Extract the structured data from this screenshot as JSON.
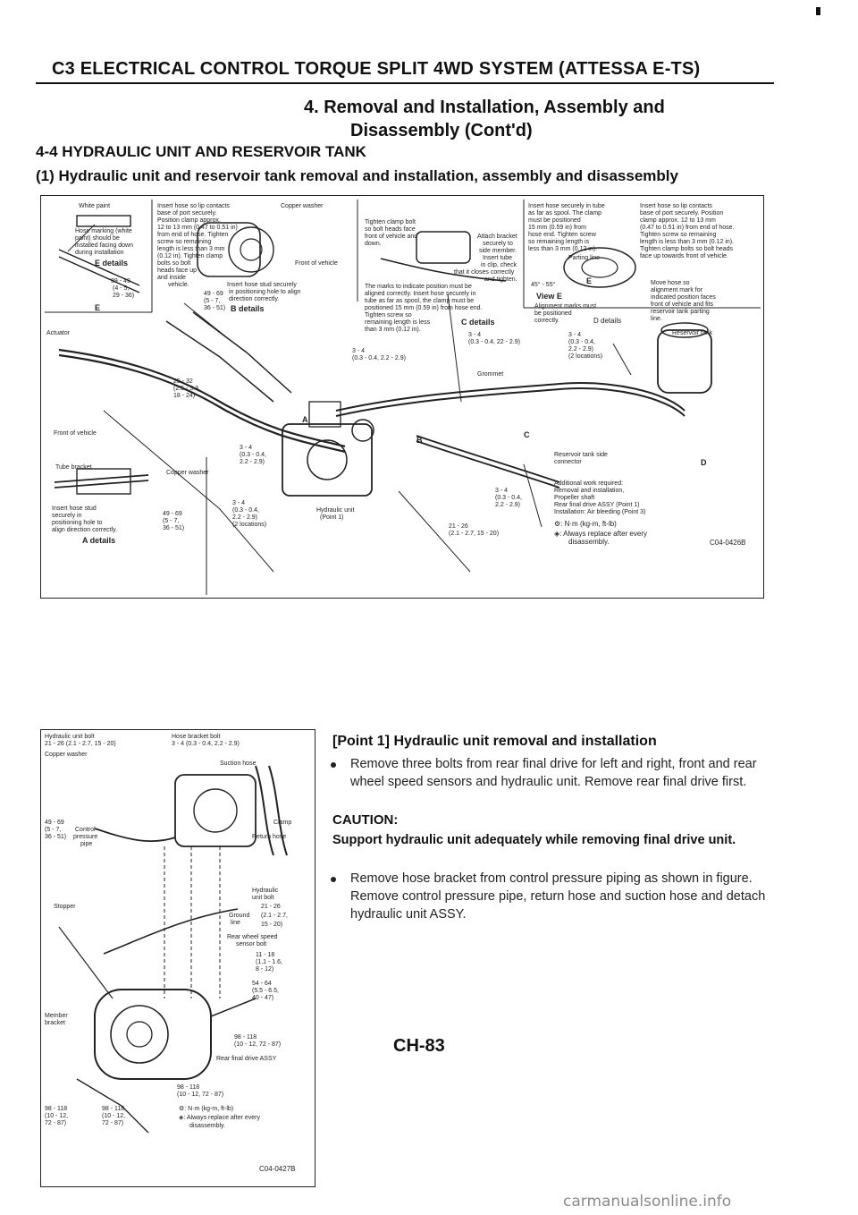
{
  "header": {
    "title": "C3 ELECTRICAL CONTROL TORQUE SPLIT 4WD SYSTEM (ATTESSA E-TS)",
    "section_line1": "4. Removal and Installation, Assembly and",
    "section_line2": "Disassembly (Cont'd)",
    "subsection": "4-4 HYDRAULIC UNIT AND RESERVOIR TANK",
    "subsubsection": "(1) Hydraulic unit and reservoir tank removal and installation, assembly and disassembly"
  },
  "figure1": {
    "code": "C04-0426B",
    "labels": {
      "white_paint": "White paint",
      "hose_marking": "Hose marking (white",
      "paint_should": "paint) should be",
      "installed_facing": "installed facing down",
      "during_install": "during installation",
      "e_details": "E details",
      "torque_a1": "39 - 49",
      "torque_a2": "(4 - 5,",
      "torque_a3": "29 - 36)",
      "actuator": "Actuator",
      "insert_hose_lip1": "Insert hose so lip contacts",
      "insert_hose_lip2": "base of port securely.",
      "insert_hose_lip3": "Position clamp approx.",
      "insert_hose_lip4": "12 to 13 mm (0.47 to 0.51 in)",
      "insert_hose_lip5": "from end of hose. Tighten",
      "insert_hose_lip6": "screw so remaining",
      "insert_hose_lip7": "length is less than 3 mm",
      "insert_hose_lip8": "(0.12 in). Tighten clamp",
      "insert_hose_lip9": "bolts so bolt",
      "insert_hose_lip10": "heads face up",
      "insert_hose_lip11": "and inside",
      "insert_hose_lip12": "vehicle.",
      "copper_washer": "Copper washer",
      "front_of_vehicle": "Front of vehicle",
      "insert_hose_stud1": "Insert hose stud securely",
      "insert_hose_stud2": "in positioning hole to align",
      "insert_hose_stud3": "direction correctly.",
      "torque_b1": "49 - 69",
      "torque_b2": "(5 - 7,",
      "torque_b3": "36 - 51)",
      "b_details": "B details",
      "tighten_clamp1": "Tighten clamp bolt",
      "tighten_clamp2": "so bolt heads face",
      "tighten_clamp3": "front of vehicle and",
      "tighten_clamp4": "down.",
      "attach_bracket1": "Attach bracket",
      "attach_bracket2": "securely to",
      "attach_bracket3": "side member.",
      "insert_tube1": "Insert tube",
      "insert_tube2": "in clip, check",
      "insert_tube3": "that it closes correctly",
      "insert_tube4": "and tighten.",
      "marks_indicate1": "The marks to indicate position must be",
      "marks_indicate2": "aligned correctly. Insert hose securely in",
      "marks_indicate3": "tube as far as spool, the clamp must be",
      "marks_indicate4": "positioned 15 mm (0.59 in) from hose end.",
      "marks_indicate5": "Tighten screw so",
      "marks_indicate6": "remaining length is less",
      "marks_indicate7": "than 3 mm (0.12 in).",
      "c_details": "C details",
      "insert_secure1": "Insert hose securely in tube",
      "insert_secure2": "as far as spool. The clamp",
      "insert_secure3": "must be positioned",
      "insert_secure4": "15 mm (0.59 in) from",
      "insert_secure5": "hose end. Tighten screw",
      "insert_secure6": "so remaining length is",
      "insert_secure7": "less than 3 mm (0.12 in).",
      "parting_line": "Parting line",
      "view_e": "View E",
      "angle": "45° - 55°",
      "alignment_marks1": "Alignment marks must",
      "alignment_marks2": "be positioned",
      "alignment_marks3": "correctly.",
      "d_details": "D details",
      "insert_port1": "Insert hose so lip contacts",
      "insert_port2": "base of port securely. Position",
      "insert_port3": "clamp approx. 12 to 13 mm",
      "insert_port4": "(0.47 to 0.51 in) from end of hose.",
      "insert_port5": "Tighten screw so remaining",
      "insert_port6": "length is less than 3 mm (0.12 in).",
      "insert_port7": "Tighten clamp bolts so bolt heads",
      "insert_port8": "face up towards front of vehicle.",
      "move_hose1": "Move hose so",
      "move_hose2": "alignment mark for",
      "move_hose3": "indicated position faces",
      "move_hose4": "front of vehicle and fits",
      "move_hose5": "reservoir tank parting",
      "move_hose6": "line.",
      "reservoir_tank": "Reservoir tank",
      "torque_c1": "3 - 4",
      "torque_c2": "(0.3 - 0.4, 22 - 2.9)",
      "torque_d1": "3 - 4",
      "torque_d2": "(0.3 - 0.4,",
      "torque_d3": "2.2 - 2.9)",
      "torque_d4": "(2 locations)",
      "grommet": "Grommet",
      "torque_e1": "3 - 4",
      "torque_e2": "(0.3 - 0.4, 2.2 - 2.9)",
      "torque_f1": "25 - 32",
      "torque_f2": "(2.5 - 3.3,",
      "torque_f3": "18 - 24)",
      "front_vehicle2": "Front of vehicle",
      "tube_bracket": "Tube bracket",
      "copper_washer2": "Copper washer",
      "insert_stud1": "Insert hose stud",
      "insert_stud2": "securely in",
      "insert_stud3": "positioning hole to",
      "insert_stud4": "align direction correctly.",
      "a_details": "A details",
      "torque_g1": "49 - 69",
      "torque_g2": "(5 - 7,",
      "torque_g3": "36 - 51)",
      "torque_h1": "3 - 4",
      "torque_h2": "(0.3 - 0.4,",
      "torque_h3": "2.2 - 2.9)",
      "torque_i1": "3 - 4",
      "torque_i2": "(0.3 - 0.4,",
      "torque_i3": "2.2 - 2.9)",
      "torque_i4": "(2 locations)",
      "hydraulic_unit": "Hydraulic unit",
      "point_1": "(Point 1)",
      "reservoir_conn1": "Reservoir tank side",
      "reservoir_conn2": "connector",
      "additional1": "Additional work required:",
      "additional2": "Removal and installation,",
      "additional3": "Propeller shaft",
      "additional4": "Rear final drive ASSY (Point 1)",
      "additional5": "Installation: Air bleeding (Point 3)",
      "torque_j1": "3 - 4",
      "torque_j2": "(0.3 - 0.4,",
      "torque_j3": "2.2 - 2.9)",
      "torque_k1": "21 - 26",
      "torque_k2": "(2.1 - 2.7, 15 - 20)",
      "legend_nm": ": N·m (kg-m, ft-lb)",
      "legend_replace1": ": Always replace after every",
      "legend_replace2": "disassembly.",
      "letter_a": "A",
      "letter_b": "B",
      "letter_c": "C",
      "letter_d": "D",
      "letter_e": "E",
      "letter_e2": "E"
    }
  },
  "figure2": {
    "code": "C04-0427B",
    "labels": {
      "hyd_bolt": "Hydraulic unit bolt",
      "hyd_bolt_t": "21 - 26 (2.1 - 2.7, 15 - 20)",
      "hose_bracket_bolt": "Hose bracket bolt",
      "hose_bracket_t": "3 - 4 (0.3 - 0.4, 2.2 - 2.9)",
      "copper_washer": "Copper washer",
      "suction_hose": "Suction hose",
      "clamp": "Clamp",
      "return_hose": "Return hose",
      "cp_torque1": "49 - 69",
      "cp_torque2": "(5 - 7,",
      "cp_torque3": "36 - 51)",
      "control": "Control",
      "pressure": "pressure",
      "pipe": "pipe",
      "stopper": "Stopper",
      "hyd_unit_bolt1": "Hydraulic",
      "hyd_unit_bolt2": "unit bolt",
      "hyd_unit_t1": "21 - 26",
      "hyd_unit_t2": "(2.1 - 2.7,",
      "hyd_unit_t3": "15 - 20)",
      "ground_line1": "Ground",
      "ground_line2": "line",
      "rear_wheel1": "Rear wheel speed",
      "rear_wheel2": "sensor bolt",
      "rw_t1": "11 - 18",
      "rw_t2": "(1.1 - 1.6,",
      "rw_t3": "8 - 12)",
      "m_t1": "54 - 64",
      "m_t2": "(5.5 - 6.5,",
      "m_t3": "40 - 47)",
      "member_bracket1": "Member",
      "member_bracket2": "bracket",
      "fd_t1": "98 - 118",
      "fd_t2": "(10 - 12, 72 - 87)",
      "rear_final_drive": "Rear final drive ASSY",
      "fd2_t1": "98 - 118",
      "fd2_t2": "(10 - 12, 72 - 87)",
      "lb_t1": "98 - 118",
      "lb_t2": "(10 - 12,",
      "lb_t3": "72 - 87)",
      "mb_t1": "98 - 118",
      "mb_t2": "(10 - 12,",
      "mb_t3": "72 - 87)",
      "legend_nm": ": N·m (kg-m, ft-lb)",
      "legend_replace1": ": Always replace after every",
      "legend_replace2": "disassembly."
    }
  },
  "point1": {
    "heading": "[Point 1] Hydraulic unit removal and installation",
    "bullet1": "Remove three bolts from rear final drive for left and right, front and rear wheel speed sensors and hydraulic unit. Remove rear final drive first.",
    "caution_label": "CAUTION:",
    "caution_text": "Support hydraulic unit adequately while removing final drive unit.",
    "bullet2": "Remove hose bracket from control pressure piping as shown in figure. Remove control pressure pipe, return hose and suction hose and detach hydraulic unit ASSY."
  },
  "page_number": "CH-83",
  "watermark": "carmanualsonline.info"
}
